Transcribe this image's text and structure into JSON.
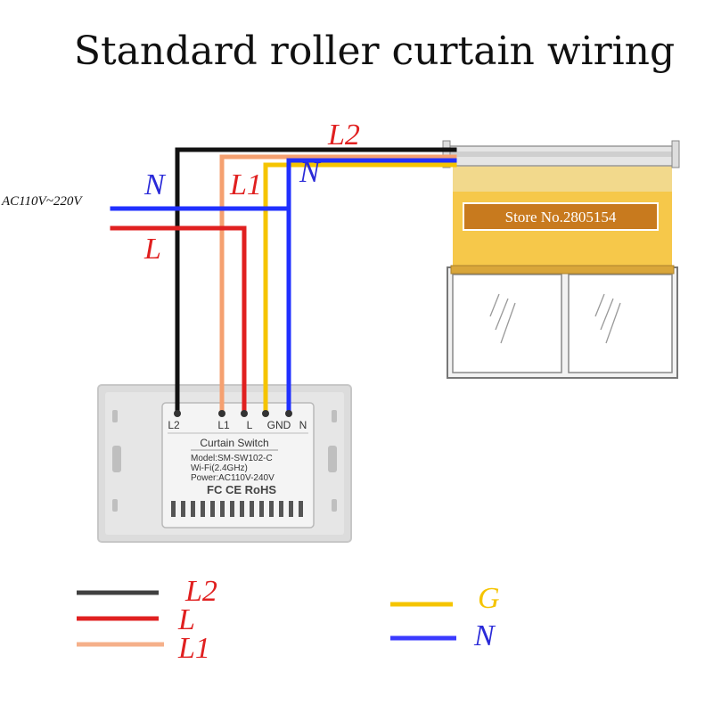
{
  "title": "Standard roller curtain wiring",
  "supply_label": "AC110V~220V",
  "wire_labels": {
    "top_l2": "L2",
    "n_left": "N",
    "l1": "L1",
    "n_right": "N",
    "l": "L"
  },
  "device": {
    "terminals": [
      "L2",
      "L1",
      "L",
      "GND",
      "N"
    ],
    "name": "Curtain Switch",
    "model": "Model:SM-SW102-C",
    "wifi": "Wi-Fi(2.4GHz)",
    "power": "Power:AC110V-240V",
    "certifications": "FC CE RoHS"
  },
  "store_label": "Store No.2805154",
  "legend": [
    {
      "label": "L2",
      "color": "#404040",
      "label_color": "#e02020"
    },
    {
      "label": "L",
      "color": "#e02020",
      "label_color": "#e02020"
    },
    {
      "label": "L1",
      "color": "#f5b08a",
      "label_color": "#e02020"
    },
    {
      "label": "G",
      "color": "#f5c400",
      "label_color": "#f5c400"
    },
    {
      "label": "N",
      "color": "#3a3aff",
      "label_color": "#2a2ad8"
    }
  ],
  "colors": {
    "black_wire": "#111111",
    "red_wire": "#e02020",
    "salmon_wire": "#f5a070",
    "yellow_wire": "#f5c400",
    "blue_wire": "#2030ff",
    "shade": "#f5c542",
    "store_badge": "#c87a1e"
  }
}
